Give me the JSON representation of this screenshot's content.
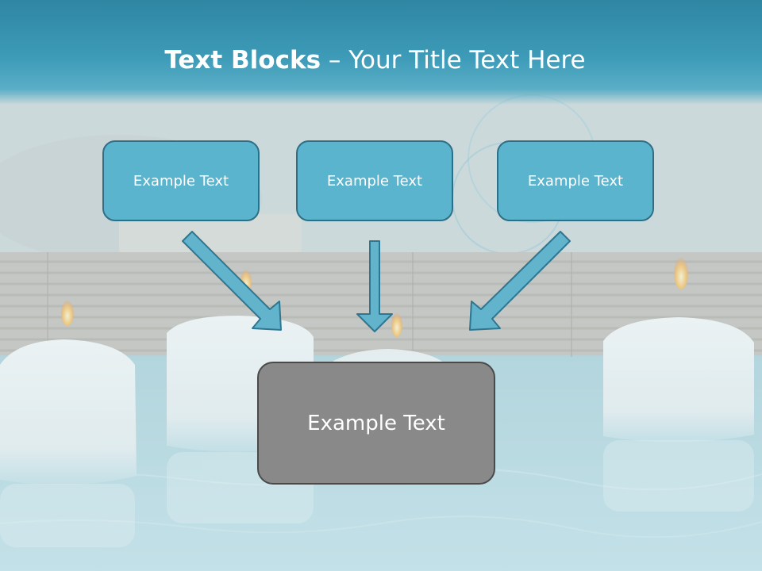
{
  "title": {
    "bold": "Text Blocks",
    "dash": " – ",
    "rest": "Your Title Text Here"
  },
  "boxes": {
    "left": "Example Text",
    "center": "Example Text",
    "right": "Example Text",
    "bottom": "Example Text"
  },
  "colors": {
    "header": "#3d9bb8",
    "box_fill": "#5ab4cd",
    "box_border": "#2f6f86",
    "bottom_fill": "#898989",
    "arrow_fill": "#62b3cc"
  }
}
